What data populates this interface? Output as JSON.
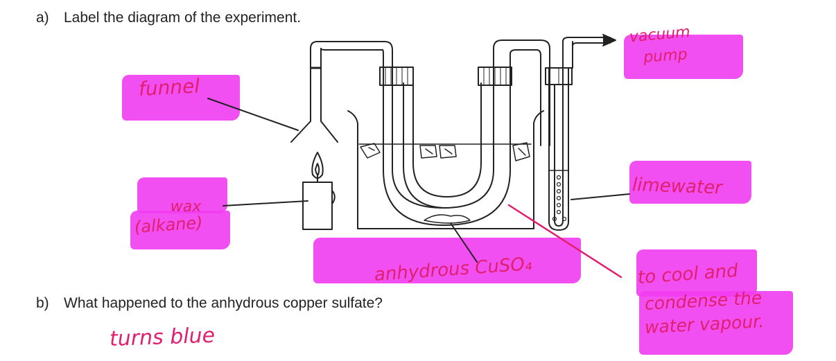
{
  "questions": {
    "a": {
      "number": "a)",
      "text": "Label the diagram of the experiment."
    },
    "b": {
      "number": "b)",
      "text": "What happened to the anhydrous copper sulfate?"
    }
  },
  "labels": {
    "funnel": "funnel",
    "wax_line1": "wax",
    "wax_line2": "(alkane)",
    "cuso4": "anhydrous CuSO₄",
    "vacuum_line1": "vacuum",
    "vacuum_line2": "pump",
    "limewater": "limewater",
    "cool_line1": "to cool and",
    "cool_line2": "condense the",
    "cool_line3": "water vapour."
  },
  "answer_b": "turns blue",
  "colors": {
    "highlight": "#f03cf0",
    "handwriting": "#e0206f",
    "line": "#222222"
  }
}
